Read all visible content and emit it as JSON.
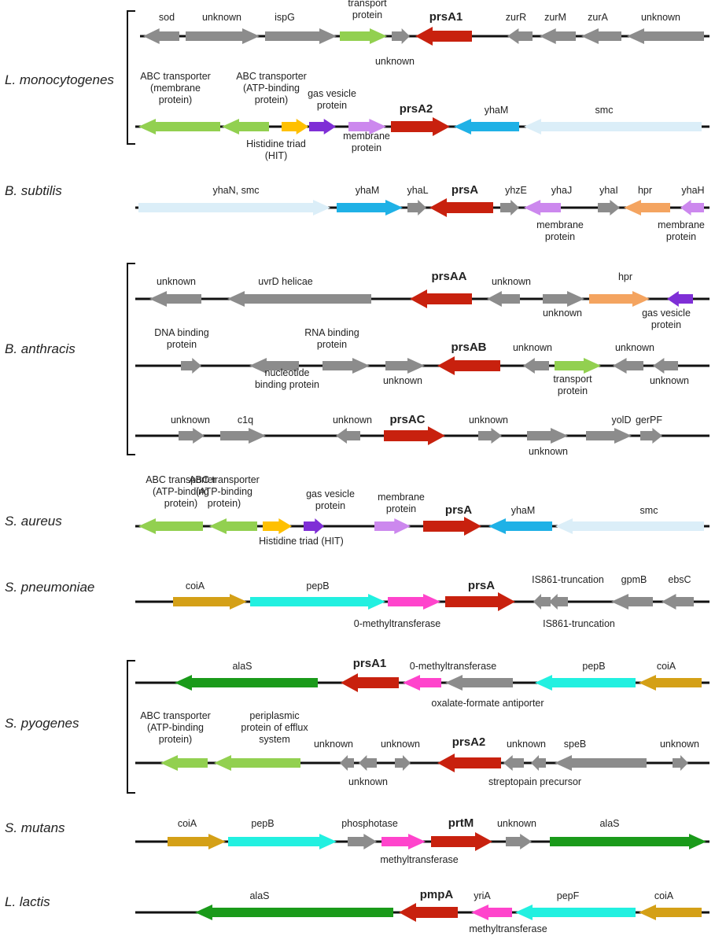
{
  "colors": {
    "gray": "#8c8c8c",
    "red": "#c8210e",
    "lightgreen": "#92d050",
    "lightblue": "#dbeef8",
    "cyan": "#1fb1e6",
    "lilac": "#cc88ee",
    "purple": "#7f2fd6",
    "yellow": "#ffc000",
    "orange": "#f4a460",
    "gold": "#d4a017",
    "aqua": "#22f0e0",
    "magenta": "#ff44cc",
    "darkgreen": "#1a9a1a"
  },
  "organisms": [
    "L. monocytogenes",
    "B. subtilis",
    "B. anthracis",
    "S. aureus",
    "S. pneumoniae",
    "S. pyogenes",
    "S. mutans",
    "L. lactis"
  ],
  "loci": [
    {
      "genes": [
        {
          "dir": "L",
          "color": "gray",
          "labels": [
            "sod"
          ]
        },
        {
          "dir": "R",
          "color": "gray",
          "labels": [
            "unknown"
          ]
        },
        {
          "dir": "R",
          "color": "gray",
          "labels": [
            "ispG"
          ]
        },
        {
          "dir": "R",
          "color": "lightgreen",
          "labels": [
            "transport",
            "protein"
          ]
        },
        {
          "dir": "R",
          "color": "gray",
          "labels": [
            "unknown"
          ]
        },
        {
          "dir": "L",
          "color": "red",
          "labels": [
            "prsA1"
          ],
          "key": true
        },
        {
          "dir": "L",
          "color": "gray",
          "labels": [
            "zurR"
          ]
        },
        {
          "dir": "L",
          "color": "gray",
          "labels": [
            "zurM"
          ]
        },
        {
          "dir": "L",
          "color": "gray",
          "labels": [
            "zurA"
          ]
        },
        {
          "dir": "L",
          "color": "gray",
          "labels": [
            "unknown"
          ]
        }
      ]
    },
    {
      "genes": [
        {
          "dir": "L",
          "color": "lightgreen",
          "labels": [
            "ABC transporter",
            "(membrane",
            "protein)"
          ]
        },
        {
          "dir": "L",
          "color": "lightgreen",
          "labels": [
            "ABC transporter",
            "(ATP-binding",
            "protein)"
          ]
        },
        {
          "dir": "R",
          "color": "yellow",
          "labels": [
            "Histidine triad",
            "(HIT)"
          ]
        },
        {
          "dir": "R",
          "color": "purple",
          "labels": [
            "gas vesicle",
            "protein"
          ]
        },
        {
          "dir": "R",
          "color": "lilac",
          "labels": [
            "membrane",
            "protein"
          ]
        },
        {
          "dir": "R",
          "color": "red",
          "labels": [
            "prsA2"
          ],
          "key": true
        },
        {
          "dir": "L",
          "color": "cyan",
          "labels": [
            "yhaM"
          ]
        },
        {
          "dir": "L",
          "color": "lightblue",
          "labels": [
            "smc"
          ]
        }
      ]
    },
    {
      "genes": [
        {
          "dir": "R",
          "color": "lightblue",
          "labels": [
            "yhaN, smc"
          ]
        },
        {
          "dir": "R",
          "color": "cyan",
          "labels": [
            "yhaM"
          ]
        },
        {
          "dir": "R",
          "color": "gray",
          "labels": [
            "yhaL"
          ]
        },
        {
          "dir": "L",
          "color": "red",
          "labels": [
            "prsA"
          ],
          "key": true
        },
        {
          "dir": "R",
          "color": "gray",
          "labels": [
            "yhzE"
          ]
        },
        {
          "dir": "L",
          "color": "lilac",
          "labels": [
            "yhaJ"
          ]
        },
        {
          "dir": "L",
          "color": "lilac",
          "labels": [
            "membrane",
            "protein"
          ]
        },
        {
          "dir": "R",
          "color": "gray",
          "labels": [
            "yhaI"
          ]
        },
        {
          "dir": "L",
          "color": "orange",
          "labels": [
            "hpr"
          ]
        },
        {
          "dir": "L",
          "color": "lilac",
          "labels": [
            "yhaH"
          ]
        },
        {
          "dir": "L",
          "color": "lilac",
          "labels": [
            "membrane",
            "protein"
          ]
        }
      ]
    },
    {
      "genes": [
        {
          "dir": "L",
          "color": "gray",
          "labels": [
            "unknown"
          ]
        },
        {
          "dir": "L",
          "color": "gray",
          "labels": [
            "uvrD helicae"
          ]
        },
        {
          "dir": "L",
          "color": "red",
          "labels": [
            "prsAA"
          ],
          "key": true
        },
        {
          "dir": "L",
          "color": "gray",
          "labels": [
            "unknown"
          ]
        },
        {
          "dir": "R",
          "color": "gray",
          "labels": [
            "unknown"
          ]
        },
        {
          "dir": "R",
          "color": "orange",
          "labels": [
            "hpr"
          ]
        },
        {
          "dir": "L",
          "color": "purple",
          "labels": [
            "gas vesicle",
            "protein"
          ]
        }
      ]
    },
    {
      "genes": [
        {
          "dir": "R",
          "color": "gray",
          "labels": [
            "DNA binding",
            "protein"
          ]
        },
        {
          "dir": "L",
          "color": "gray",
          "labels": [
            "nucleotide",
            "binding protein"
          ]
        },
        {
          "dir": "R",
          "color": "gray",
          "labels": [
            "RNA binding",
            "protein"
          ]
        },
        {
          "dir": "R",
          "color": "gray",
          "labels": [
            "unknown"
          ]
        },
        {
          "dir": "L",
          "color": "red",
          "labels": [
            "prsAB"
          ],
          "key": true
        },
        {
          "dir": "L",
          "color": "gray",
          "labels": [
            "unknown"
          ]
        },
        {
          "dir": "R",
          "color": "lightgreen",
          "labels": [
            "transport",
            "protein"
          ]
        },
        {
          "dir": "L",
          "color": "gray",
          "labels": [
            "unknown"
          ]
        },
        {
          "dir": "L",
          "color": "gray",
          "labels": [
            "unknown"
          ]
        }
      ]
    },
    {
      "genes": [
        {
          "dir": "R",
          "color": "gray",
          "labels": [
            "unknown"
          ]
        },
        {
          "dir": "R",
          "color": "gray",
          "labels": [
            "c1q"
          ]
        },
        {
          "dir": "L",
          "color": "gray",
          "labels": [
            "unknown"
          ]
        },
        {
          "dir": "R",
          "color": "red",
          "labels": [
            "prsAC"
          ],
          "key": true
        },
        {
          "dir": "R",
          "color": "gray",
          "labels": [
            "unknown"
          ]
        },
        {
          "dir": "R",
          "color": "gray",
          "labels": [
            "unknown"
          ]
        },
        {
          "dir": "R",
          "color": "gray",
          "labels": [
            "yolD"
          ]
        },
        {
          "dir": "R",
          "color": "gray",
          "labels": [
            "gerPF"
          ]
        }
      ]
    },
    {
      "genes": [
        {
          "dir": "L",
          "color": "lightgreen",
          "labels": [
            "ABC transporter",
            "(ATP-binding",
            "protein)"
          ]
        },
        {
          "dir": "L",
          "color": "lightgreen",
          "labels": [
            "ABC transporter",
            "(ATP-binding",
            "protein)"
          ]
        },
        {
          "dir": "R",
          "color": "yellow",
          "labels": [
            "Histidine triad (HIT)"
          ]
        },
        {
          "dir": "R",
          "color": "purple",
          "labels": [
            "gas vesicle",
            "protein"
          ]
        },
        {
          "dir": "R",
          "color": "lilac",
          "labels": [
            "membrane",
            "protein"
          ]
        },
        {
          "dir": "R",
          "color": "red",
          "labels": [
            "prsA"
          ],
          "key": true
        },
        {
          "dir": "L",
          "color": "cyan",
          "labels": [
            "yhaM"
          ]
        },
        {
          "dir": "L",
          "color": "lightblue",
          "labels": [
            "smc"
          ]
        }
      ]
    },
    {
      "genes": [
        {
          "dir": "R",
          "color": "gold",
          "labels": [
            "coiA"
          ]
        },
        {
          "dir": "R",
          "color": "aqua",
          "labels": [
            "pepB"
          ]
        },
        {
          "dir": "R",
          "color": "magenta",
          "labels": [
            "0-methyltransferase"
          ]
        },
        {
          "dir": "R",
          "color": "red",
          "labels": [
            "prsA"
          ],
          "key": true
        },
        {
          "dir": "L",
          "color": "gray",
          "labels": [
            "IS861-truncation"
          ]
        },
        {
          "dir": "L",
          "color": "gray",
          "labels": [
            "IS861-truncation"
          ]
        },
        {
          "dir": "L",
          "color": "gray",
          "labels": [
            "gpmB"
          ]
        },
        {
          "dir": "L",
          "color": "gray",
          "labels": [
            "ebsC"
          ]
        }
      ]
    },
    {
      "genes": [
        {
          "dir": "L",
          "color": "darkgreen",
          "labels": [
            "alaS"
          ]
        },
        {
          "dir": "L",
          "color": "red",
          "labels": [
            "prsA1"
          ],
          "key": true
        },
        {
          "dir": "L",
          "color": "magenta",
          "labels": [
            "0-methyltransferase"
          ]
        },
        {
          "dir": "L",
          "color": "gray",
          "labels": [
            "oxalate-formate antiporter"
          ]
        },
        {
          "dir": "L",
          "color": "aqua",
          "labels": [
            "pepB"
          ]
        },
        {
          "dir": "L",
          "color": "gold",
          "labels": [
            "coiA"
          ]
        }
      ]
    },
    {
      "genes": [
        {
          "dir": "L",
          "color": "lightgreen",
          "labels": [
            "ABC transporter",
            "(ATP-binding",
            "protein)"
          ]
        },
        {
          "dir": "L",
          "color": "lightgreen",
          "labels": [
            "periplasmic",
            "protein of efflux",
            "system"
          ]
        },
        {
          "dir": "L",
          "color": "gray",
          "labels": [
            "unknown"
          ]
        },
        {
          "dir": "L",
          "color": "gray",
          "labels": [
            "unknown"
          ]
        },
        {
          "dir": "R",
          "color": "gray",
          "labels": [
            "unknown"
          ]
        },
        {
          "dir": "L",
          "color": "red",
          "labels": [
            "prsA2"
          ],
          "key": true
        },
        {
          "dir": "L",
          "color": "gray",
          "labels": [
            "unknown"
          ]
        },
        {
          "dir": "L",
          "color": "gray",
          "labels": [
            "streptopain precursor"
          ]
        },
        {
          "dir": "L",
          "color": "gray",
          "labels": [
            "speB"
          ]
        },
        {
          "dir": "R",
          "color": "gray",
          "labels": [
            "unknown"
          ]
        }
      ]
    },
    {
      "genes": [
        {
          "dir": "R",
          "color": "gold",
          "labels": [
            "coiA"
          ]
        },
        {
          "dir": "R",
          "color": "aqua",
          "labels": [
            "pepB"
          ]
        },
        {
          "dir": "R",
          "color": "gray",
          "labels": [
            "phosphotase"
          ]
        },
        {
          "dir": "R",
          "color": "magenta",
          "labels": [
            "methyltransferase"
          ]
        },
        {
          "dir": "R",
          "color": "red",
          "labels": [
            "prtM"
          ],
          "key": true
        },
        {
          "dir": "R",
          "color": "gray",
          "labels": [
            "unknown"
          ]
        },
        {
          "dir": "R",
          "color": "darkgreen",
          "labels": [
            "alaS"
          ]
        }
      ]
    },
    {
      "genes": [
        {
          "dir": "L",
          "color": "darkgreen",
          "labels": [
            "alaS"
          ]
        },
        {
          "dir": "L",
          "color": "red",
          "labels": [
            "pmpA"
          ],
          "key": true
        },
        {
          "dir": "L",
          "color": "magenta",
          "labels": [
            "yriA"
          ]
        },
        {
          "dir": "L",
          "color": "magenta",
          "labels": [
            "methyltransferase"
          ]
        },
        {
          "dir": "L",
          "color": "aqua",
          "labels": [
            "pepF"
          ]
        },
        {
          "dir": "L",
          "color": "gold",
          "labels": [
            "coiA"
          ]
        }
      ]
    }
  ]
}
